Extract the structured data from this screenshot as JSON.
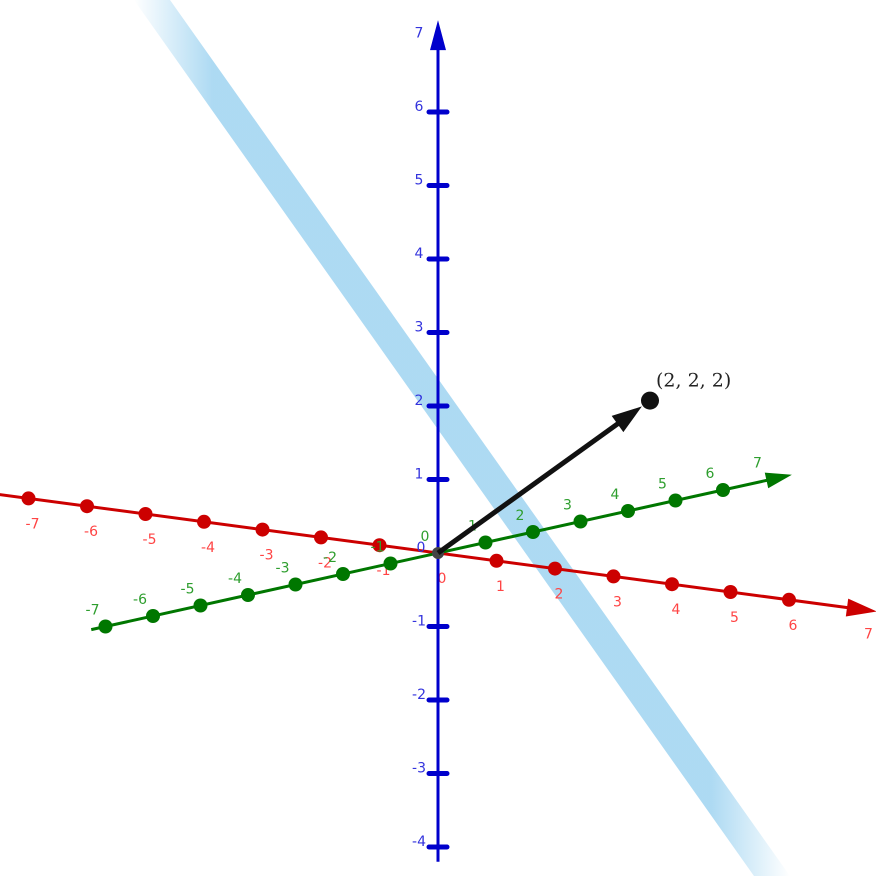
{
  "graph": {
    "colors": {
      "x_axis": "#cc0000",
      "y_axis": "#007700",
      "z_axis": "#0000cc",
      "x_label": "#ff4444",
      "y_label": "#2e9e2e",
      "z_label": "#3333dd",
      "vector": "#111111",
      "plane": "#a9d8f2"
    },
    "axes": {
      "x": {
        "ticks": [
          "-7",
          "-6",
          "-5",
          "-4",
          "-3",
          "-2",
          "-1",
          "0",
          "1",
          "2",
          "3",
          "4",
          "5",
          "6",
          "7"
        ]
      },
      "y": {
        "ticks": [
          "-7",
          "-6",
          "-5",
          "-4",
          "-3",
          "-2",
          "-1",
          "0",
          "1",
          "2",
          "3",
          "4",
          "5",
          "6",
          "7"
        ]
      },
      "z": {
        "ticks": [
          "-4",
          "-3",
          "-2",
          "-1",
          "0",
          "1",
          "2",
          "3",
          "4",
          "5",
          "6",
          "7"
        ]
      }
    },
    "vector": {
      "tail": [
        0,
        0,
        0
      ],
      "head": [
        2,
        2,
        2
      ],
      "label": "(2, 2, 2)"
    },
    "origin_label": "0"
  }
}
